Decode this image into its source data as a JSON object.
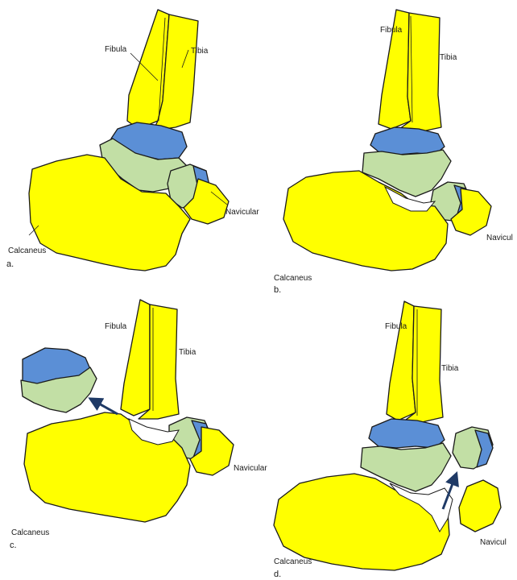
{
  "colors": {
    "bone_yellow": "#ffff00",
    "cartilage_blue": "#5b8fd6",
    "talus_green": "#c2dfa5",
    "outline": "#1a1a1a",
    "arrow": "#1f3a66"
  },
  "panels": [
    {
      "letter": "a.",
      "labels": {
        "fibula": "Fibula",
        "tibia": "Tibia",
        "navicular": "Navicular",
        "calcaneus": "Calcaneus"
      }
    },
    {
      "letter": "b.",
      "labels": {
        "fibula": "Fibula",
        "tibia": "Tibia",
        "navicular": "Navicul",
        "calcaneus": "Calcaneus"
      }
    },
    {
      "letter": "c.",
      "labels": {
        "fibula": "Fibula",
        "tibia": "Tibia",
        "navicular": "Navicular",
        "calcaneus": "Calcaneus"
      }
    },
    {
      "letter": "d.",
      "labels": {
        "fibula": "Fibula",
        "tibia": "Tibia",
        "navicular": "Navicul",
        "calcaneus": "Calcaneus"
      }
    }
  ]
}
